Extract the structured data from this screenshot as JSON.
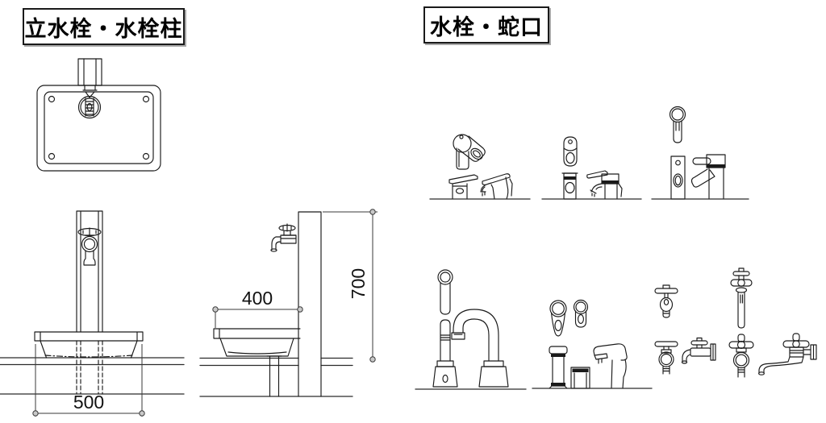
{
  "page": {
    "background": "#ffffff",
    "line_color": "#1a1a1a"
  },
  "sections": {
    "left": {
      "label": "立水栓・水栓柱",
      "dimensions": {
        "basin_width": "500",
        "basin_depth": "400",
        "pillar_height": "700"
      },
      "drawings": [
        "faucet-pillar-plan-view",
        "faucet-pillar-front-view",
        "faucet-pillar-side-view"
      ]
    },
    "right": {
      "label": "水栓・蛇口",
      "drawings": [
        "single-lever-mixer-1",
        "single-lever-mixer-2",
        "single-lever-mixer-3",
        "gooseneck-faucet",
        "two-hole-lever-faucet",
        "cross-handle-faucets"
      ]
    }
  }
}
